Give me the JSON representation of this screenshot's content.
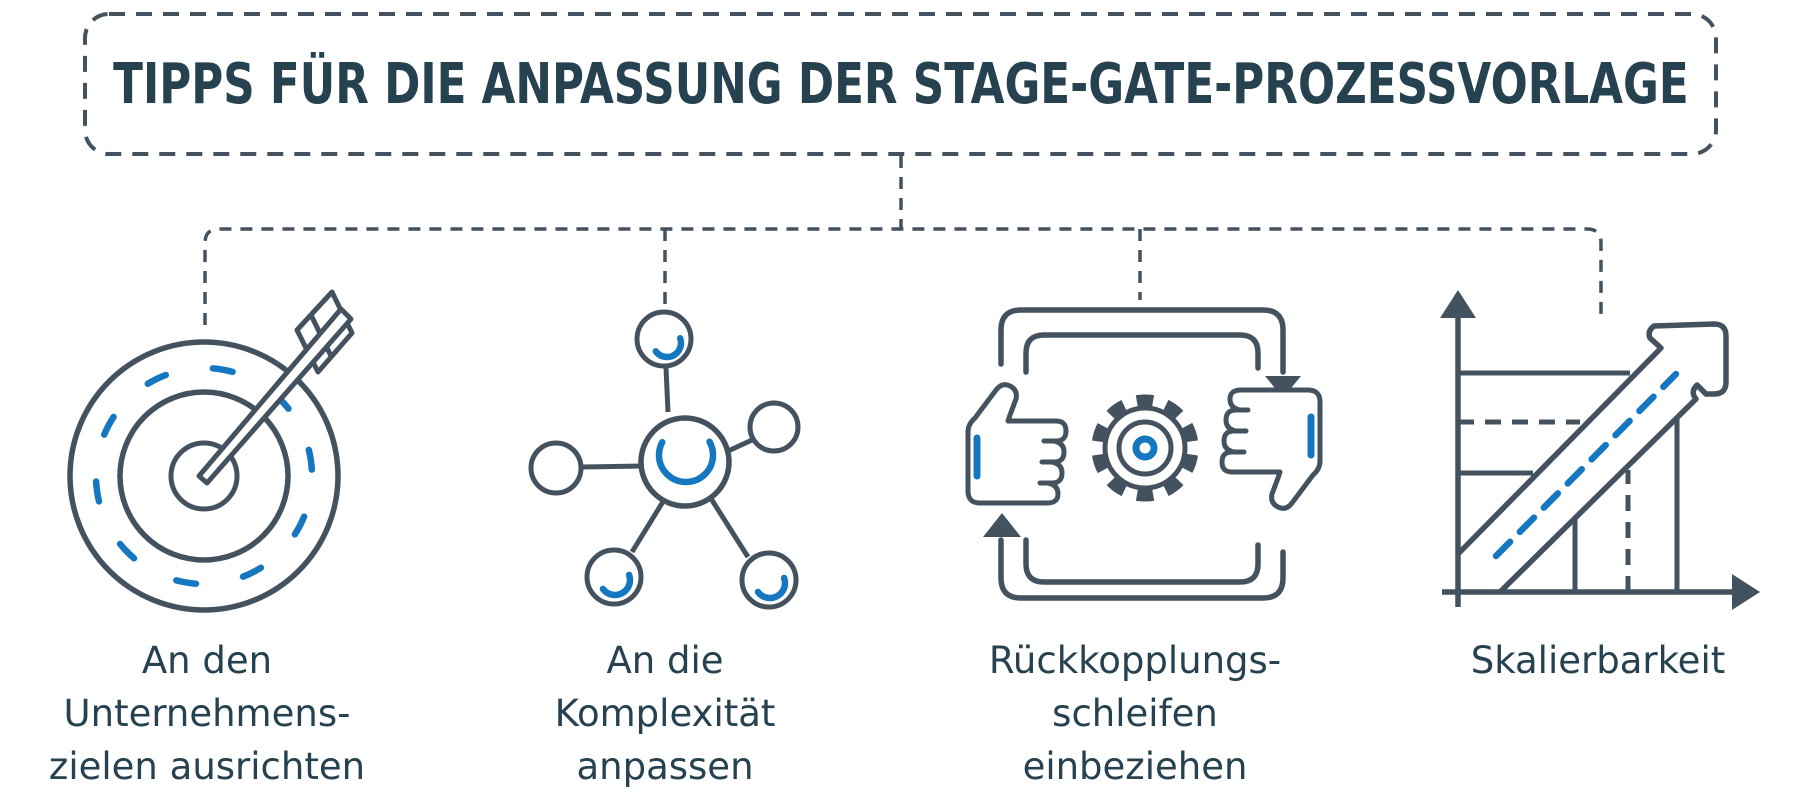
{
  "title": "TIPPS FÜR DIE ANPASSUNG DER STAGE-GATE-PROZESSVORLAGE",
  "items": [
    {
      "id": "unternehmensziele",
      "icon": "target-arrow-icon",
      "lines": [
        "An den",
        "Unternehmens-",
        "zielen ausrichten"
      ]
    },
    {
      "id": "komplexitaet",
      "icon": "network-nodes-icon",
      "lines": [
        "An die",
        "Komplexität",
        "anpassen"
      ]
    },
    {
      "id": "rueckkopplung",
      "icon": "feedback-loop-icon",
      "lines": [
        "Rückkopplungs-",
        "schleifen",
        "einbeziehen"
      ]
    },
    {
      "id": "skalierbarkeit",
      "icon": "growth-chart-icon",
      "lines": [
        "Skalierbarkeit"
      ]
    }
  ],
  "colors": {
    "ink": "#26414f",
    "slate": "#43525e",
    "blue": "#1577c0",
    "background": "#ffffff"
  }
}
